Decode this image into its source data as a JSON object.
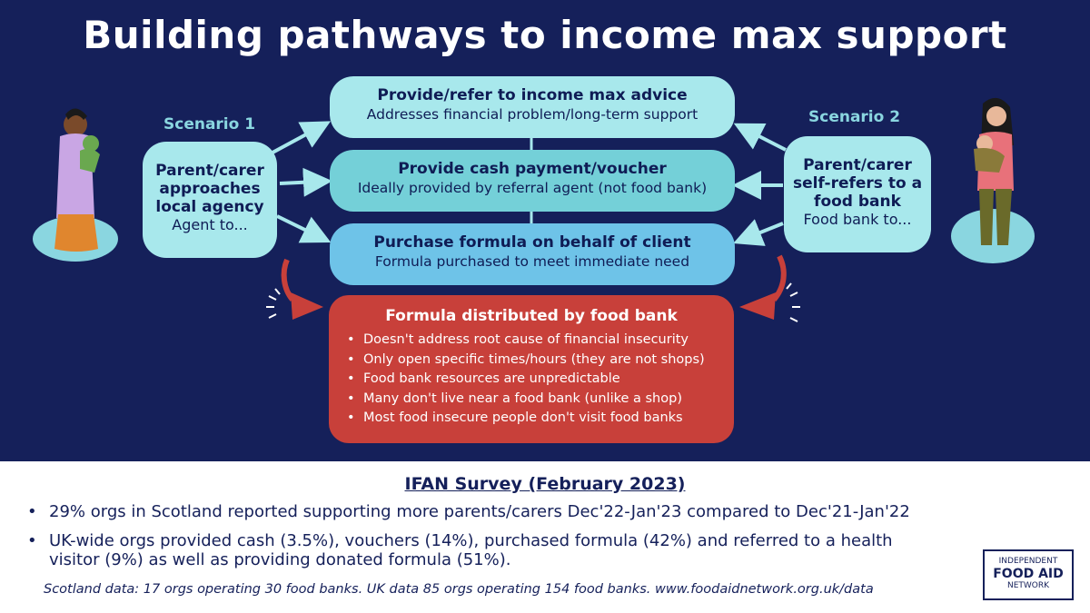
{
  "title": "Building pathways to income max support",
  "scenario1": {
    "label": "Scenario 1",
    "box_heading_lines": [
      "Parent/carer",
      "approaches",
      "local agency"
    ],
    "box_sub": "Agent to..."
  },
  "scenario2": {
    "label": "Scenario 2",
    "box_heading_lines": [
      "Parent/carer",
      "self-refers to a",
      "food bank"
    ],
    "box_sub": "Food bank to..."
  },
  "options": [
    {
      "heading": "Provide/refer to income max advice",
      "sub": "Addresses financial problem/long-term support"
    },
    {
      "heading": "Provide cash payment/voucher",
      "sub": "Ideally provided by referral agent (not food bank)"
    },
    {
      "heading": "Purchase formula on behalf of client",
      "sub": "Formula purchased to meet immediate need"
    }
  ],
  "foodbank": {
    "heading": "Formula distributed by food bank",
    "bullets": [
      "Doesn't address root cause of financial insecurity",
      "Only open specific times/hours (they are not shops)",
      "Food bank resources are unpredictable",
      "Many don't live near a food bank (unlike a shop)",
      "Most food insecure people don't visit food banks"
    ]
  },
  "survey": {
    "title": "IFAN Survey (February 2023)",
    "bullets": [
      "29% orgs in Scotland reported supporting more parents/carers Dec'22-Jan'23 compared to Dec'21-Jan'22",
      "UK-wide orgs provided cash (3.5%), vouchers (14%), purchased formula (42%) and referred to a health visitor (9%) as well as providing donated formula (51%)."
    ],
    "note": "Scotland data: 17 orgs operating 30 food banks. UK data 85 orgs operating 154 food banks. www.foodaidnetwork.org.uk/data"
  },
  "logo": {
    "line1": "INDEPENDENT",
    "line2": "FOOD AID",
    "line3": "NETWORK"
  },
  "colors": {
    "navy": "#15205a",
    "light_teal": "#a8e8ec",
    "mid_teal": "#74d0d8",
    "sky_blue": "#6ec3e8",
    "red": "#c8403a"
  }
}
